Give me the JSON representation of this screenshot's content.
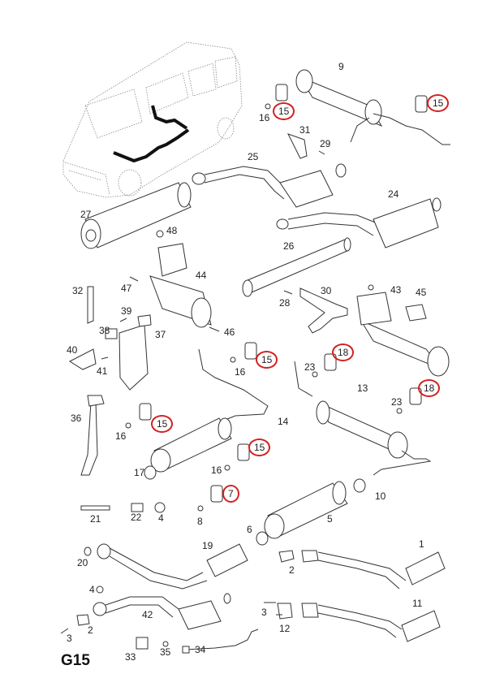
{
  "diagram": {
    "title": "Exhaust system parts diagram",
    "page_code": "G15",
    "highlight_color": "#d42020",
    "vehicle_overview": "van-with-exhaust-highlighted",
    "callouts": [
      {
        "id": "c9",
        "text": "9",
        "highlighted": false
      },
      {
        "id": "c15a",
        "text": "15",
        "highlighted": true
      },
      {
        "id": "c16a",
        "text": "16",
        "highlighted": false
      },
      {
        "id": "c15b",
        "text": "15",
        "highlighted": true
      },
      {
        "id": "c31",
        "text": "31",
        "highlighted": false
      },
      {
        "id": "c29",
        "text": "29",
        "highlighted": false
      },
      {
        "id": "c25",
        "text": "25",
        "highlighted": false
      },
      {
        "id": "c27",
        "text": "27",
        "highlighted": false
      },
      {
        "id": "c24",
        "text": "24",
        "highlighted": false
      },
      {
        "id": "c48",
        "text": "48",
        "highlighted": false
      },
      {
        "id": "c26",
        "text": "26",
        "highlighted": false
      },
      {
        "id": "c44",
        "text": "44",
        "highlighted": false
      },
      {
        "id": "c32",
        "text": "32",
        "highlighted": false
      },
      {
        "id": "c47",
        "text": "47",
        "highlighted": false
      },
      {
        "id": "c30",
        "text": "30",
        "highlighted": false
      },
      {
        "id": "c43",
        "text": "43",
        "highlighted": false
      },
      {
        "id": "c45",
        "text": "45",
        "highlighted": false
      },
      {
        "id": "c28",
        "text": "28",
        "highlighted": false
      },
      {
        "id": "c39",
        "text": "39",
        "highlighted": false
      },
      {
        "id": "c38",
        "text": "38",
        "highlighted": false
      },
      {
        "id": "c37",
        "text": "37",
        "highlighted": false
      },
      {
        "id": "c46",
        "text": "46",
        "highlighted": false
      },
      {
        "id": "c40",
        "text": "40",
        "highlighted": false
      },
      {
        "id": "c41",
        "text": "41",
        "highlighted": false
      },
      {
        "id": "c15c",
        "text": "15",
        "highlighted": true
      },
      {
        "id": "c16b",
        "text": "16",
        "highlighted": false
      },
      {
        "id": "c18a",
        "text": "18",
        "highlighted": true
      },
      {
        "id": "c23a",
        "text": "23",
        "highlighted": false
      },
      {
        "id": "c13",
        "text": "13",
        "highlighted": false
      },
      {
        "id": "c18b",
        "text": "18",
        "highlighted": true
      },
      {
        "id": "c23b",
        "text": "23",
        "highlighted": false
      },
      {
        "id": "c36",
        "text": "36",
        "highlighted": false
      },
      {
        "id": "c15d",
        "text": "15",
        "highlighted": true
      },
      {
        "id": "c16c",
        "text": "16",
        "highlighted": false
      },
      {
        "id": "c14",
        "text": "14",
        "highlighted": false
      },
      {
        "id": "c15e",
        "text": "15",
        "highlighted": true
      },
      {
        "id": "c17",
        "text": "17",
        "highlighted": false
      },
      {
        "id": "c16d",
        "text": "16",
        "highlighted": false
      },
      {
        "id": "c7",
        "text": "7",
        "highlighted": true
      },
      {
        "id": "c10",
        "text": "10",
        "highlighted": false
      },
      {
        "id": "c21",
        "text": "21",
        "highlighted": false
      },
      {
        "id": "c22",
        "text": "22",
        "highlighted": false
      },
      {
        "id": "c4a",
        "text": "4",
        "highlighted": false
      },
      {
        "id": "c8",
        "text": "8",
        "highlighted": false
      },
      {
        "id": "c5",
        "text": "5",
        "highlighted": false
      },
      {
        "id": "c6",
        "text": "6",
        "highlighted": false
      },
      {
        "id": "c19",
        "text": "19",
        "highlighted": false
      },
      {
        "id": "c1",
        "text": "1",
        "highlighted": false
      },
      {
        "id": "c20",
        "text": "20",
        "highlighted": false
      },
      {
        "id": "c2a",
        "text": "2",
        "highlighted": false
      },
      {
        "id": "c4b",
        "text": "4",
        "highlighted": false
      },
      {
        "id": "c42",
        "text": "42",
        "highlighted": false
      },
      {
        "id": "c3a",
        "text": "3",
        "highlighted": false
      },
      {
        "id": "c2b",
        "text": "2",
        "highlighted": false
      },
      {
        "id": "c3b",
        "text": "3",
        "highlighted": false
      },
      {
        "id": "c12",
        "text": "12",
        "highlighted": false
      },
      {
        "id": "c11",
        "text": "11",
        "highlighted": false
      },
      {
        "id": "c33",
        "text": "33",
        "highlighted": false
      },
      {
        "id": "c35",
        "text": "35",
        "highlighted": false
      },
      {
        "id": "c34",
        "text": "34",
        "highlighted": false
      }
    ],
    "parts": [
      {
        "name": "rear-silencer",
        "callout": "9"
      },
      {
        "name": "rubber-mounting",
        "callout": "15"
      },
      {
        "name": "washer",
        "callout": "16"
      },
      {
        "name": "bracket",
        "callout": "31"
      },
      {
        "name": "bolt",
        "callout": "29"
      },
      {
        "name": "catalytic-converter-pipe",
        "callout": "25"
      },
      {
        "name": "silencer",
        "callout": "27"
      },
      {
        "name": "particulate-filter",
        "callout": "24"
      },
      {
        "name": "plug",
        "callout": "48"
      },
      {
        "name": "intermediate-pipe",
        "callout": "26"
      },
      {
        "name": "catalytic-converter",
        "callout": "44"
      },
      {
        "name": "strap",
        "callout": "32"
      },
      {
        "name": "bolt",
        "callout": "47"
      },
      {
        "name": "bracket",
        "callout": "30"
      },
      {
        "name": "particulate-filter",
        "callout": "43"
      },
      {
        "name": "gasket",
        "callout": "45"
      },
      {
        "name": "bolt",
        "callout": "28"
      },
      {
        "name": "bolt",
        "callout": "39"
      },
      {
        "name": "mounting",
        "callout": "38"
      },
      {
        "name": "pre-catalytic-converter",
        "callout": "37"
      },
      {
        "name": "bolt",
        "callout": "46"
      },
      {
        "name": "bracket",
        "callout": "40"
      },
      {
        "name": "bolt",
        "callout": "41"
      },
      {
        "name": "rubber-mounting",
        "callout": "18"
      },
      {
        "name": "washer",
        "callout": "23"
      },
      {
        "name": "rear-silencer",
        "callout": "13"
      },
      {
        "name": "pipe",
        "callout": "36"
      },
      {
        "name": "centre-silencer",
        "callout": "14"
      },
      {
        "name": "clamp",
        "callout": "17"
      },
      {
        "name": "rubber-mounting",
        "callout": "7"
      },
      {
        "name": "clamp",
        "callout": "10"
      },
      {
        "name": "stud",
        "callout": "21"
      },
      {
        "name": "spring",
        "callout": "22"
      },
      {
        "name": "nut",
        "callout": "4"
      },
      {
        "name": "washer",
        "callout": "8"
      },
      {
        "name": "centre-silencer",
        "callout": "5"
      },
      {
        "name": "clamp",
        "callout": "6"
      },
      {
        "name": "catalytic-converter",
        "callout": "19"
      },
      {
        "name": "front-pipe-with-catalyst",
        "callout": "1"
      },
      {
        "name": "seal-ring",
        "callout": "20"
      },
      {
        "name": "gasket",
        "callout": "2"
      },
      {
        "name": "front-pipe-with-catalyst",
        "callout": "42"
      },
      {
        "name": "stud",
        "callout": "3"
      },
      {
        "name": "gasket",
        "callout": "12"
      },
      {
        "name": "front-pipe-with-catalyst",
        "callout": "11"
      },
      {
        "name": "mounting-block",
        "callout": "33"
      },
      {
        "name": "nut",
        "callout": "35"
      },
      {
        "name": "pressure-sensor-pipe",
        "callout": "34"
      }
    ]
  }
}
